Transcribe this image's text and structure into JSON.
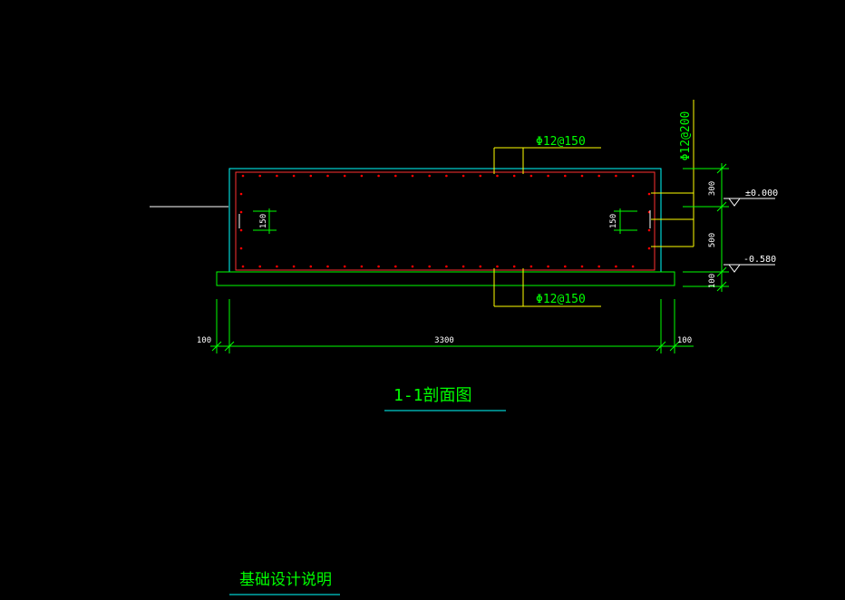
{
  "drawing": {
    "section_title": "1-1剖面图",
    "notes_title": "基础设计说明",
    "rebar": {
      "top": "Φ12@150",
      "bottom": "Φ12@150",
      "side": "Φ12@200"
    },
    "dimensions": {
      "left_offset": "100",
      "width": "3300",
      "right_offset": "100",
      "stirrup_left": "150",
      "stirrup_right": "150",
      "h_top": "300",
      "h_mid": "500",
      "h_base": "100"
    },
    "elevations": {
      "top": "±0.000",
      "bottom": "-0.580"
    }
  },
  "colors": {
    "background": "#000000",
    "outline": "#00ffff",
    "rebar": "#ff0000",
    "leader": "#ffff00",
    "dimension": "#00ff00",
    "text": "#ffffff",
    "label": "#00ff00"
  }
}
